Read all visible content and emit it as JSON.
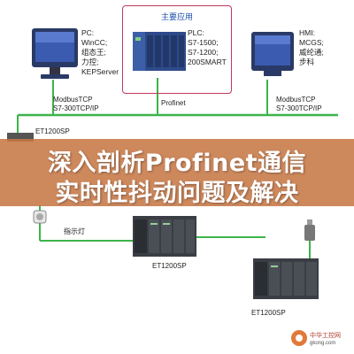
{
  "group": {
    "title": "主要应用"
  },
  "nodes": {
    "pc": {
      "text": "PC:\nWinCC;\n组态王;\n力控;\nKEPServer"
    },
    "plc": {
      "text": "PLC:\nS7-1500;\nS7-1200;\n200SMART"
    },
    "hmi": {
      "text": "HMI:\nMCGS;\n威纶通;\n步科"
    }
  },
  "buses": {
    "left": "ModbusTCP\nS7-300TCP/IP",
    "middle": "Profinet",
    "right": "ModbusTCP\nS7-300TCP/IP"
  },
  "devices": {
    "et_top": "ET1200SP",
    "indicator": "指示灯",
    "et_mid": "ET1200SP",
    "et_bottom": "ET1200SP"
  },
  "title_overlay": {
    "line1": "深入剖析Profinet通信",
    "line2": "实时性抖动问题及解决"
  },
  "watermark": {
    "line1": "中华工控网",
    "line2": "gkong.com"
  },
  "colors": {
    "bus_green": "#3db34a",
    "group_border": "#c0395b",
    "group_title": "#1d4fa8",
    "overlay": "#c67846"
  }
}
